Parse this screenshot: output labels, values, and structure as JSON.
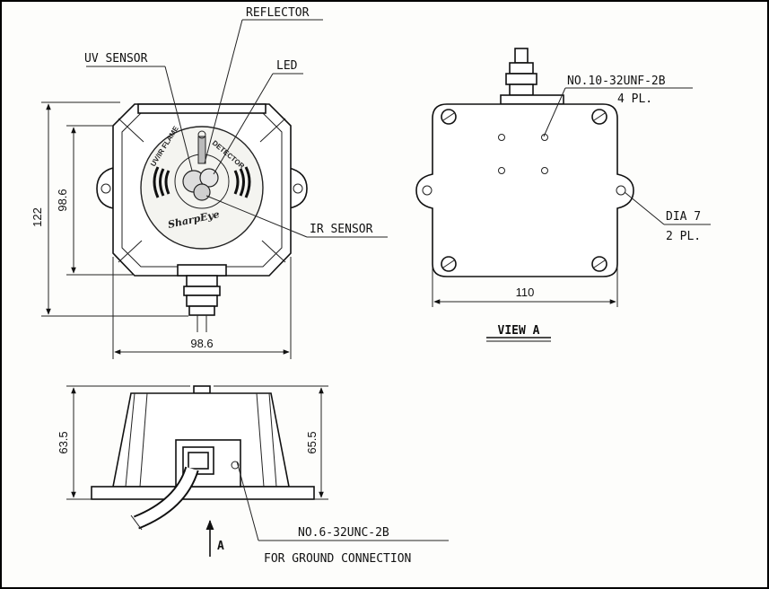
{
  "callouts": {
    "reflector": "REFLECTOR",
    "uv_sensor": "UV SENSOR",
    "led": "LED",
    "ir_sensor": "IR SENSOR",
    "thread_mount": "NO.10-32UNF-2B",
    "thread_mount_qty": "4 PL.",
    "dia": "DIA 7",
    "dia_qty": "2 PL.",
    "ground_thread": "NO.6-32UNC-2B",
    "ground_note": "FOR GROUND CONNECTION"
  },
  "dimensions": {
    "front_height_outer": "122",
    "front_height_inner": "98.6",
    "front_width": "98.6",
    "view_a_width": "110",
    "side_height_left": "63.5",
    "side_height_right": "65.5"
  },
  "face_text": {
    "uv_ir_flame": "UV/IR FLAME",
    "detector": "DETECTOR",
    "brand": "SharpEye"
  },
  "views": {
    "view_a_title": "VIEW A",
    "arrow_label": "A"
  }
}
